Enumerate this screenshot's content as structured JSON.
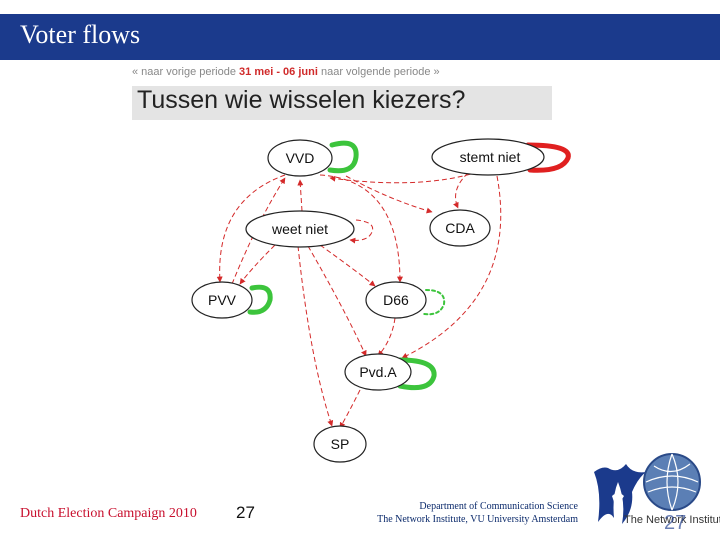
{
  "slide": {
    "title": "Voter flows",
    "nav": {
      "prev": "« naar vorige periode",
      "period": "31 mei - 06 juni",
      "next": "naar volgende periode »"
    },
    "heading": "Tussen wie wisselen kiezers?",
    "footer": {
      "left": "Dutch Election Campaign 2010",
      "page": "27",
      "dept_line1": "Department of Communication Science",
      "dept_line2": "The Network Institute, VU University Amsterdam"
    },
    "logo_text": "The Network Institute",
    "logo_page": "27"
  },
  "diagram": {
    "nodes": [
      "VVD",
      "stemt niet",
      "weet niet",
      "CDA",
      "PVV",
      "D66",
      "Pvd.A",
      "SP"
    ],
    "self_loops": [
      {
        "node": "VVD",
        "color": "green"
      },
      {
        "node": "stemt niet",
        "color": "red"
      },
      {
        "node": "weet niet",
        "color": "red"
      },
      {
        "node": "PVV",
        "color": "green"
      },
      {
        "node": "D66",
        "color": "green"
      },
      {
        "node": "Pvd.A",
        "color": "green"
      }
    ],
    "edges": [
      {
        "from": "stemt niet",
        "to": "VVD"
      },
      {
        "from": "stemt niet",
        "to": "CDA"
      },
      {
        "from": "stemt niet",
        "to": "Pvd.A"
      },
      {
        "from": "VVD",
        "to": "CDA"
      },
      {
        "from": "VVD",
        "to": "D66"
      },
      {
        "from": "VVD",
        "to": "PVV"
      },
      {
        "from": "weet niet",
        "to": "VVD"
      },
      {
        "from": "weet niet",
        "to": "PVV"
      },
      {
        "from": "weet niet",
        "to": "D66"
      },
      {
        "from": "weet niet",
        "to": "Pvd.A"
      },
      {
        "from": "weet niet",
        "to": "SP"
      },
      {
        "from": "PVV",
        "to": "VVD"
      },
      {
        "from": "D66",
        "to": "Pvd.A"
      },
      {
        "from": "Pvd.A",
        "to": "SP"
      }
    ],
    "colors": {
      "edge": "#d42a2a",
      "loop_green": "#3cc43c",
      "loop_red": "#e02020",
      "title_bar": "#1b3a8c",
      "footer_red": "#c8102e"
    }
  }
}
